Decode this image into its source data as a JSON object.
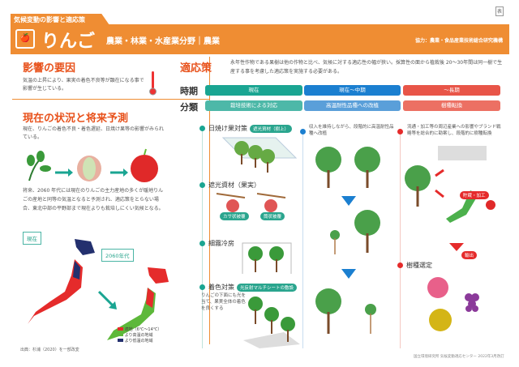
{
  "header": {
    "tab": "気候変動の影響と適応策",
    "title": "りんご",
    "sector": "農業・林業・水産業分野｜農業",
    "cooperation": "協力：農業・食品産業技術総合研究機構",
    "corner_label": "表",
    "logo_text": "果"
  },
  "impact": {
    "title": "影響の要因",
    "text": "気温の上昇により、果実の着色不良等が顕在になる事で影響が生じている。"
  },
  "status": {
    "title": "現在の状況と将来予測",
    "text1": "現在、りんごの着色不良・着色遅延、日焼け果等の影響がみられている。",
    "text2": "将来、2060 年代には現在のりんごの主力産地の多くが暖地りんごの産地と同等の気温となると予測され、適応策をとらない場合、東北中部の平野部まで現在よりも栽培しにくい気候となる。",
    "map_now": "現在",
    "map_future": "2060年代",
    "legend": [
      {
        "label": "適地（6℃〜14℃）",
        "color": "#e52b2b"
      },
      {
        "label": "より高温の地域",
        "color": "#5db83a"
      },
      {
        "label": "より低温の地域",
        "color": "#23306e"
      }
    ],
    "source": "出典：杉浦（2020）を一部改変"
  },
  "adaptation": {
    "title": "適応策",
    "text": "永年性作物である果樹は他の作物と比べ、気候に対する適応性の幅が狭い。採算性の面から植栽後 20〜30年間は同一樹で生産する事を考慮した適応策を実施する必要がある。",
    "row_period": "時期",
    "row_category": "分類",
    "columns": [
      {
        "period": "現在",
        "category": "栽培技術による対応",
        "color": "#1aa592",
        "color2": "#4db8a8"
      },
      {
        "period": "現在〜中期",
        "category": "高温耐性品種への改植",
        "color": "#1b7fd0",
        "color2": "#5a9fd9"
      },
      {
        "period": "〜長期",
        "category": "樹種転換",
        "color": "#e85548",
        "color2": "#ec7063"
      }
    ]
  },
  "col1": {
    "items": [
      {
        "label": "日焼け果対策",
        "tag": "遮光資材（樹上）"
      },
      {
        "label": "遮光資材（果実）"
      },
      {
        "label": "細霧冷房"
      },
      {
        "label": "着色対策",
        "tag": "光反射マルチシートの敷設"
      }
    ],
    "bag_tags": [
      "カサ状被覆",
      "筒状被覆"
    ],
    "note": "りんごの下面にも光を当て、果実全体の着色を良くする"
  },
  "col2": {
    "note": "収入を維持しながら、段階的に高温耐性品種へ改植"
  },
  "col3": {
    "note": "流通・加工等の周辺産業への影響やブランド戦略等を総合的に勘案し、段階的に樹種転換",
    "tag_storage": "貯蔵・加工",
    "tag_export": "輸出",
    "species": "樹種選定"
  },
  "footer": "国立環境研究所 気候変動適応センター 2022年3月改訂"
}
